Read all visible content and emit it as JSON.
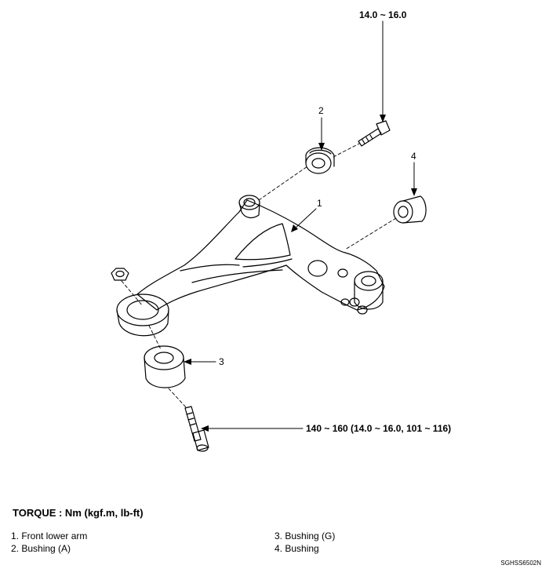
{
  "labels": {
    "torque_top": "14.0 ~ 16.0",
    "torque_bottom": "140 ~ 160 (14.0 ~ 16.0, 101 ~ 116)",
    "n1": "1",
    "n2": "2",
    "n3": "3",
    "n4": "4"
  },
  "torque_title": "TORQUE : Nm (kgf.m, lb-ft)",
  "legend": [
    "1. Front lower arm",
    "2. Bushing (A)",
    "3. Bushing (G)",
    "4. Bushing"
  ],
  "figure_code": "SGHSS6502N"
}
